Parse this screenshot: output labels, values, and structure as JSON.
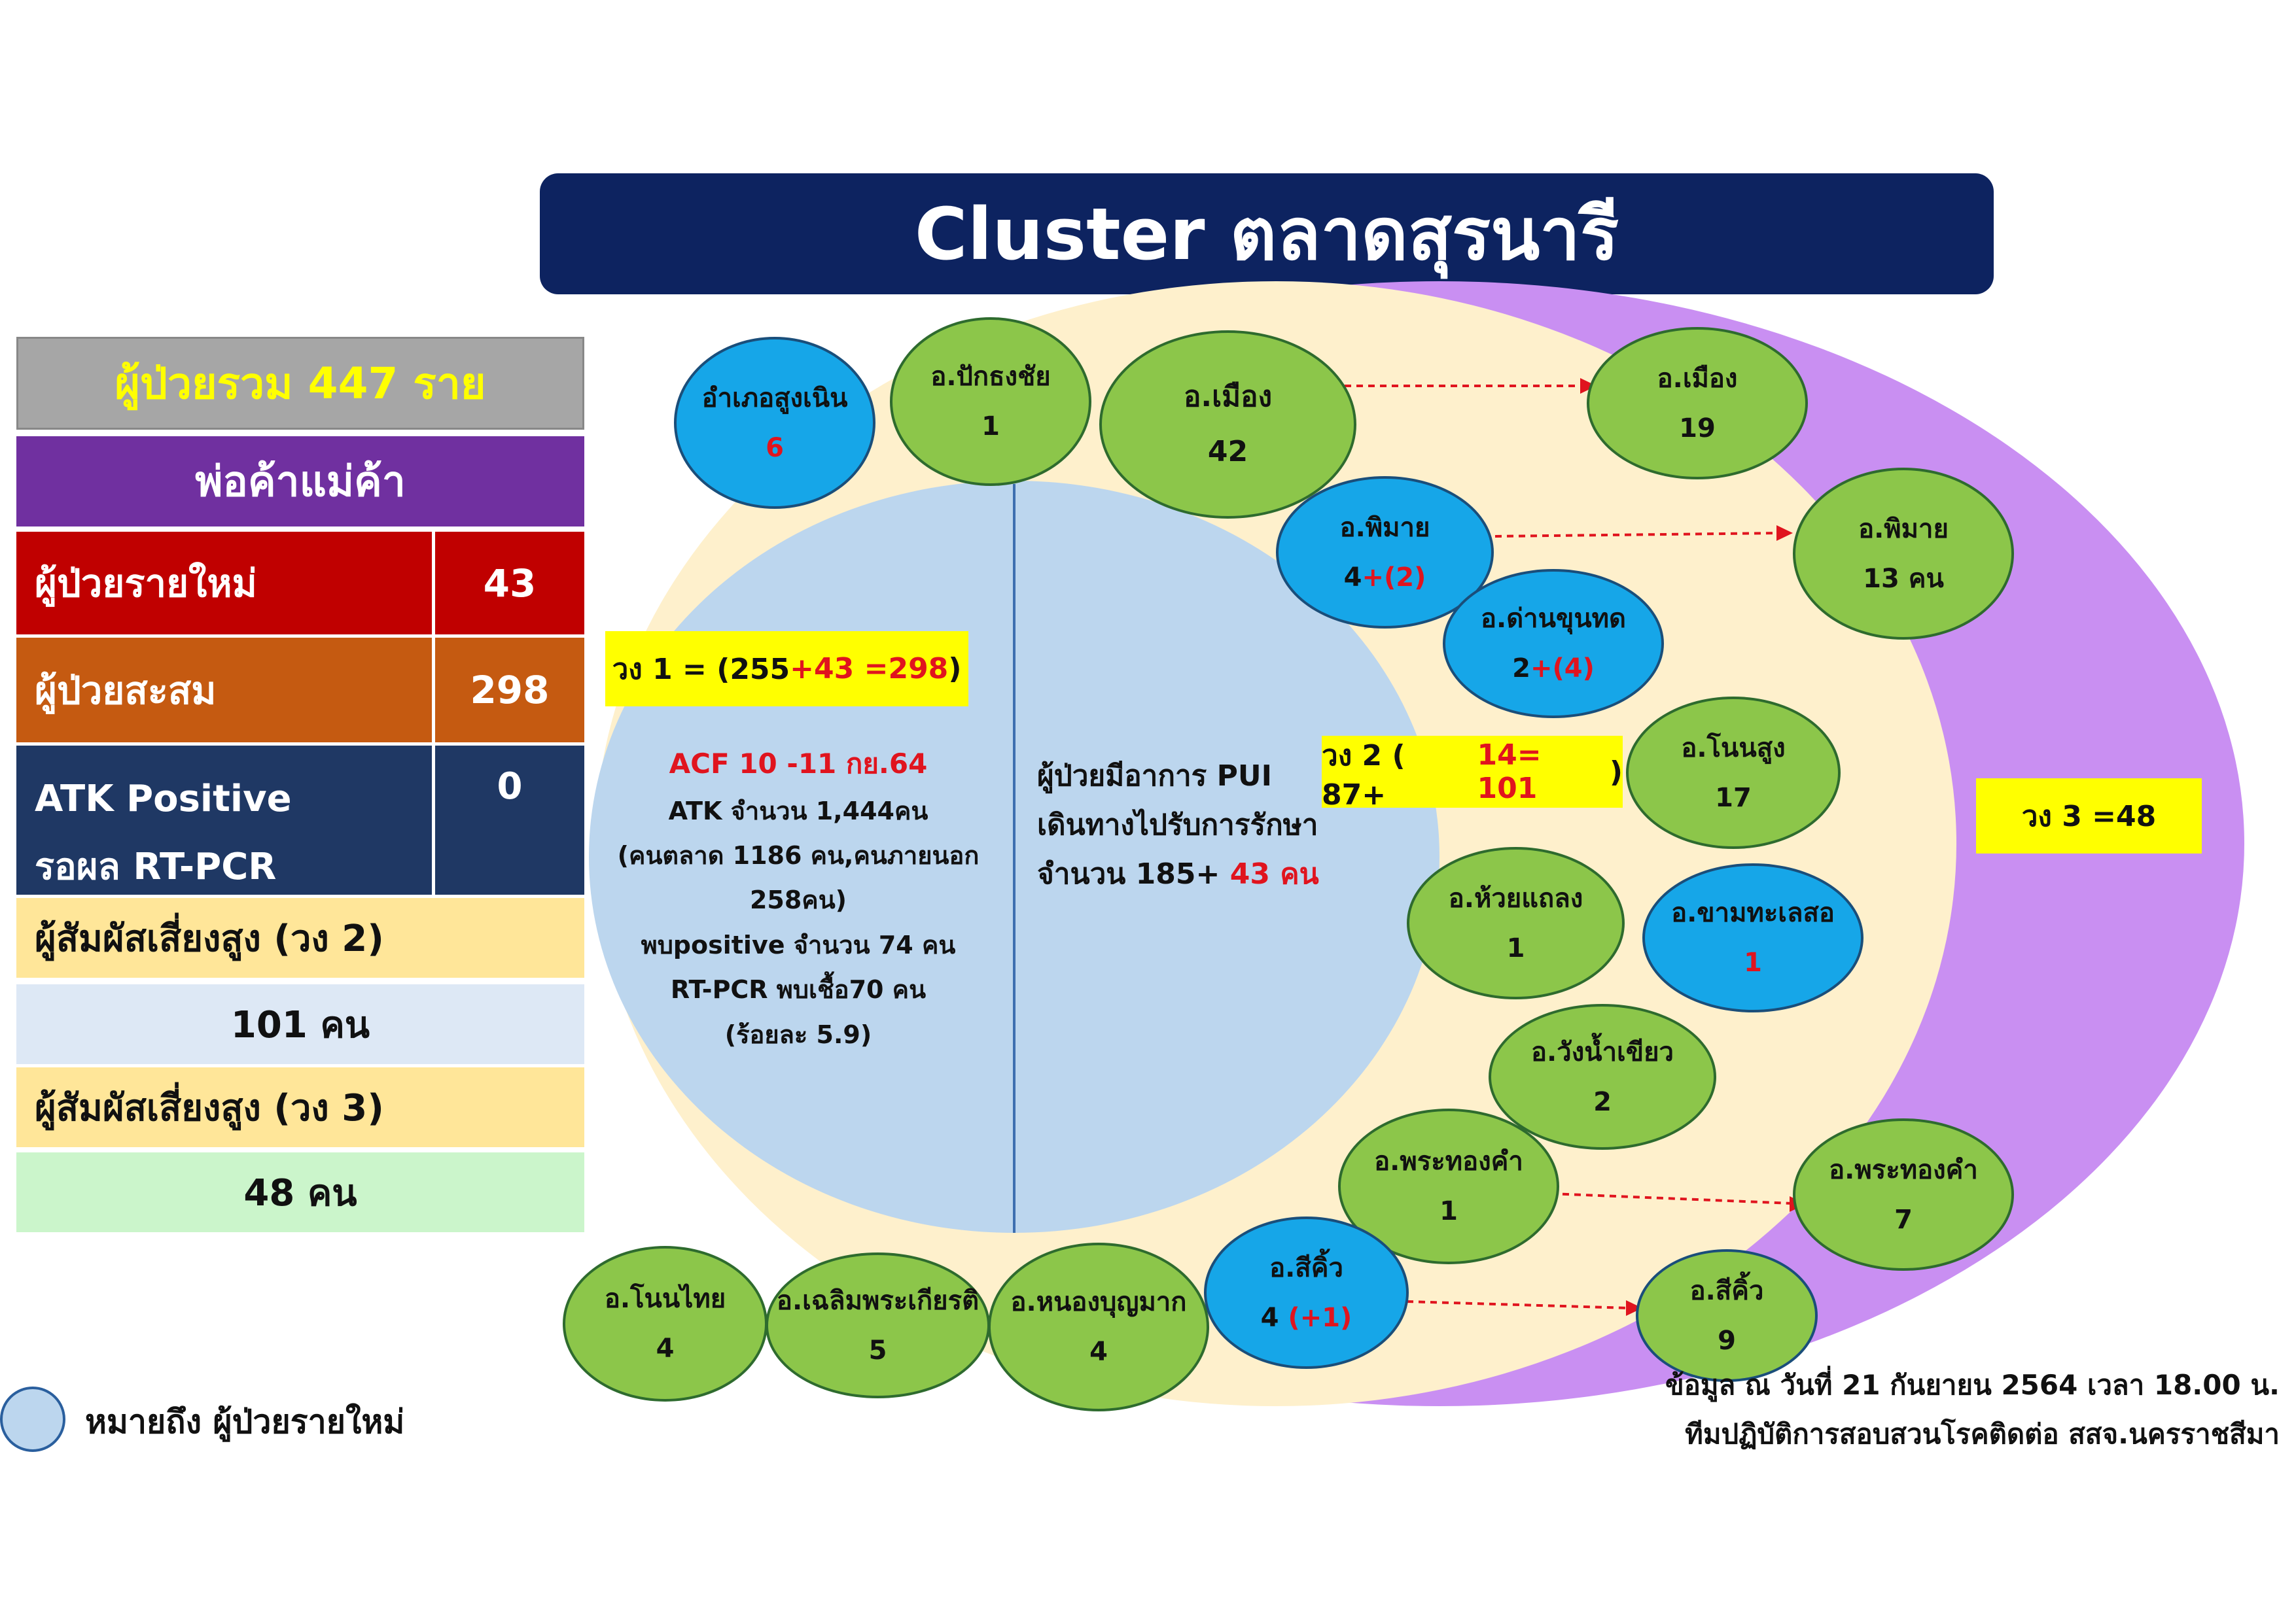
{
  "title": "Cluster ตลาดสุรนารี",
  "summary": {
    "total": "ผู้ป่วยรวม 447 ราย",
    "merchants": "พ่อค้าแม่ค้า",
    "new_label": "ผู้ป่วยรายใหม่",
    "new_value": "43",
    "cum_label": "ผู้ป่วยสะสม",
    "cum_value": "298",
    "atk_label_1": "ATK Positive",
    "atk_label_2": "รอผล RT-PCR",
    "atk_value": "0",
    "ring2_label": "ผู้สัมผัสเสี่ยงสูง (วง 2)",
    "ring2_value": "101 คน",
    "ring3_label": "ผู้สัมผัสเสี่ยงสูง (วง 3)",
    "ring3_value": "48 คน"
  },
  "rings": {
    "ring1_a": "วง 1 = (255",
    "ring1_b": "+43 =298",
    "ring1_c": ")",
    "ring2_a": "วง 2 ( 87+",
    "ring2_b": "14= 101",
    "ring2_c": ")",
    "ring3": "วง 3 =48"
  },
  "center_left": {
    "acf": "ACF 10 -11 กย.64",
    "l1": "ATK จำนวน 1,444คน",
    "l2": "(คนตลาด 1186 คน,คนภายนอก 258คน)",
    "l3": "พบpositive จำนวน 74 คน",
    "l4": "RT-PCR พบเชื้อ70 คน",
    "l5": "(ร้อยละ 5.9)"
  },
  "center_right": {
    "l1": "ผู้ป่วยมีอาการ PUI",
    "l2": "เดินทางไปรับการรักษา",
    "l3a": "จำนวน 185+ ",
    "l3b": "43 คน"
  },
  "bubbles": {
    "sungnoen": {
      "name": "อำเภอสูงเนิน",
      "count": "6"
    },
    "pakthongchai": {
      "name": "อ.ปักธงชัย",
      "count": "1"
    },
    "mueang_ring2": {
      "name": "อ.เมือง",
      "count": "42"
    },
    "mueang_ring3": {
      "name": "อ.เมือง",
      "count": "19"
    },
    "phimai_ring2": {
      "name": "อ.พิมาย",
      "count": "4",
      "extra": "+(2)"
    },
    "phimai_ring3": {
      "name": "อ.พิมาย",
      "count": "13 คน"
    },
    "dankhunthot": {
      "name": "อ.ด่านขุนทด",
      "count": "2",
      "extra": "+(4)"
    },
    "nonsung": {
      "name": "อ.โนนสูง",
      "count": "17"
    },
    "huaythalaeng": {
      "name": "อ.ห้วยแถลง",
      "count": "1"
    },
    "khamthalesso": {
      "name": "อ.ขามทะเลสอ",
      "count": "1"
    },
    "wangnamkhiao": {
      "name": "อ.วังน้ำเขียว",
      "count": "2"
    },
    "phrathongkham_ring2": {
      "name": "อ.พระทองคำ",
      "count": "1"
    },
    "phrathongkham_ring3": {
      "name": "อ.พระทองคำ",
      "count": "7"
    },
    "sikhio_ring2": {
      "name": "อ.สีคิ้ว",
      "count": "4 ",
      "extra": "(+1)"
    },
    "sikhio_ring3": {
      "name": "อ.สีคิ้ว",
      "count": "9"
    },
    "nonthai": {
      "name": "อ.โนนไทย",
      "count": "4"
    },
    "chaloemphrakiat": {
      "name": "อ.เฉลิมพระเกียรติ",
      "count": "5"
    },
    "nongbunmak": {
      "name": "อ.หนองบุญมาก",
      "count": "4"
    }
  },
  "legend": "หมายถึง ผู้ป่วยรายใหม่",
  "footer": {
    "line1": "ข้อมูล ณ วันที่ 21 กันยายน 2564 เวลา 18.00 น.",
    "line2": "ทีมปฏิบัติการสอบสวนโรคติดต่อ สสจ.นครราชสีมา"
  },
  "colors": {
    "title_bg": "#0d2360",
    "ring3": "#c98ff2",
    "ring2": "#fef0cc",
    "ring1": "#bcd6ee",
    "green_bubble": "#8cc64a",
    "blue_bubble": "#16a6e8",
    "highlight": "#ffff00",
    "red_text": "#e0141e"
  }
}
